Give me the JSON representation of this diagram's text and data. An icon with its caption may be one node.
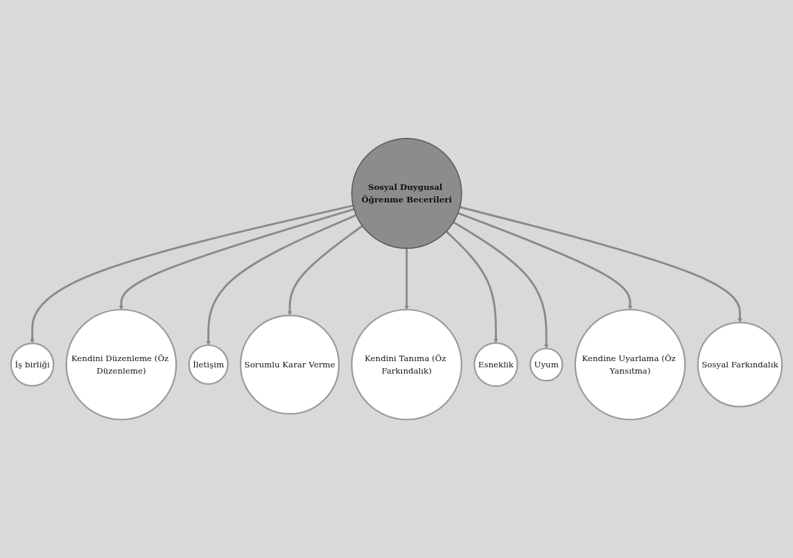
{
  "diagram": {
    "nodes": [
      {
        "text": [
          "Sosyal Duygusal Öğrenme Becerileri"
        ]
      },
      {
        "text": [
          "İş birliği"
        ]
      },
      {
        "text": [
          "Kendini Düzenleme (Öz Düzenleme)"
        ]
      },
      {
        "text": [
          "İletişim"
        ]
      },
      {
        "text": [
          "Sorumlu Karar Verme"
        ]
      },
      {
        "text": [
          "Kendini Tanıma (Öz Farkındalık)"
        ]
      },
      {
        "text": [
          "Esneklik"
        ]
      },
      {
        "text": [
          "Uyum"
        ]
      },
      {
        "text": [
          "Kendine Uyarlama (Öz Yansıtma)"
        ]
      },
      {
        "text": [
          "Sosyal Farkındalık"
        ]
      }
    ],
    "edges": [
      {
        "from": 0,
        "to": 1,
        "arrow": "to"
      },
      {
        "from": 0,
        "to": 2,
        "arrow": "to"
      },
      {
        "from": 0,
        "to": 3,
        "arrow": "to"
      },
      {
        "from": 0,
        "to": 4,
        "arrow": "to"
      },
      {
        "from": 0,
        "to": 5,
        "arrow": "to"
      },
      {
        "from": 0,
        "to": 6,
        "arrow": "to"
      },
      {
        "from": 0,
        "to": 7,
        "arrow": "to"
      },
      {
        "from": 0,
        "to": 8,
        "arrow": "to"
      },
      {
        "from": 0,
        "to": 9,
        "arrow": "to"
      }
    ]
  }
}
